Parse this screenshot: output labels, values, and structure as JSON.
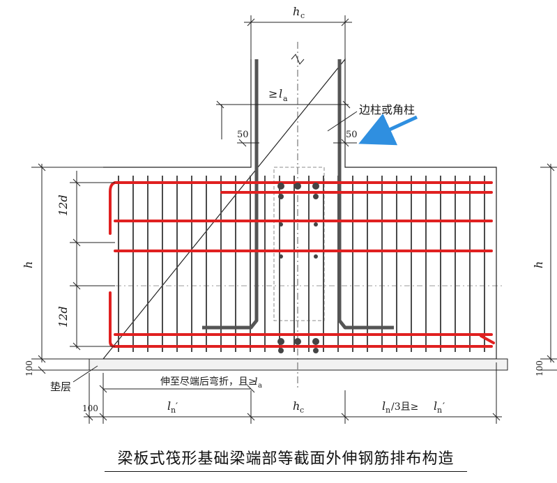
{
  "title": "梁板式筏形基础梁端部等截面外伸钢筋排布构造",
  "labels": {
    "hc_top": "h",
    "hc_top_sub": "c",
    "la_prefix": "≥",
    "la_l": "l",
    "la_sub": "a",
    "column_note": "边柱或角柱",
    "dim_50_left": "50",
    "dim_50_right": "50",
    "dim_12d_top": "12d",
    "dim_12d_bottom": "12d",
    "dim_h_left": "h",
    "dim_h_right": "h",
    "dim_100_left": "100",
    "dim_100_right": "100",
    "dim_100_bottom": "100",
    "cushion": "垫层",
    "extend_note_prefix": "伸至尽端后弯折，且≥",
    "extend_note_l": "l",
    "extend_note_sub": "a",
    "ln_prime": "l",
    "ln_prime_sub": "n",
    "ln_prime_mark": "′",
    "hc_bottom": "h",
    "hc_bottom_sub": "c",
    "ln3_part1": "l",
    "ln3_sub": "n",
    "ln3_part2": "/3且≥",
    "ln3_part3": "l",
    "ln3_sub2": "n",
    "ln3_mark": "′"
  },
  "colors": {
    "rebar": "#e02020",
    "stirrup": "#4a4a4a",
    "column_bar": "#555555",
    "arrow": "#2f8fe0",
    "line": "#222222"
  }
}
